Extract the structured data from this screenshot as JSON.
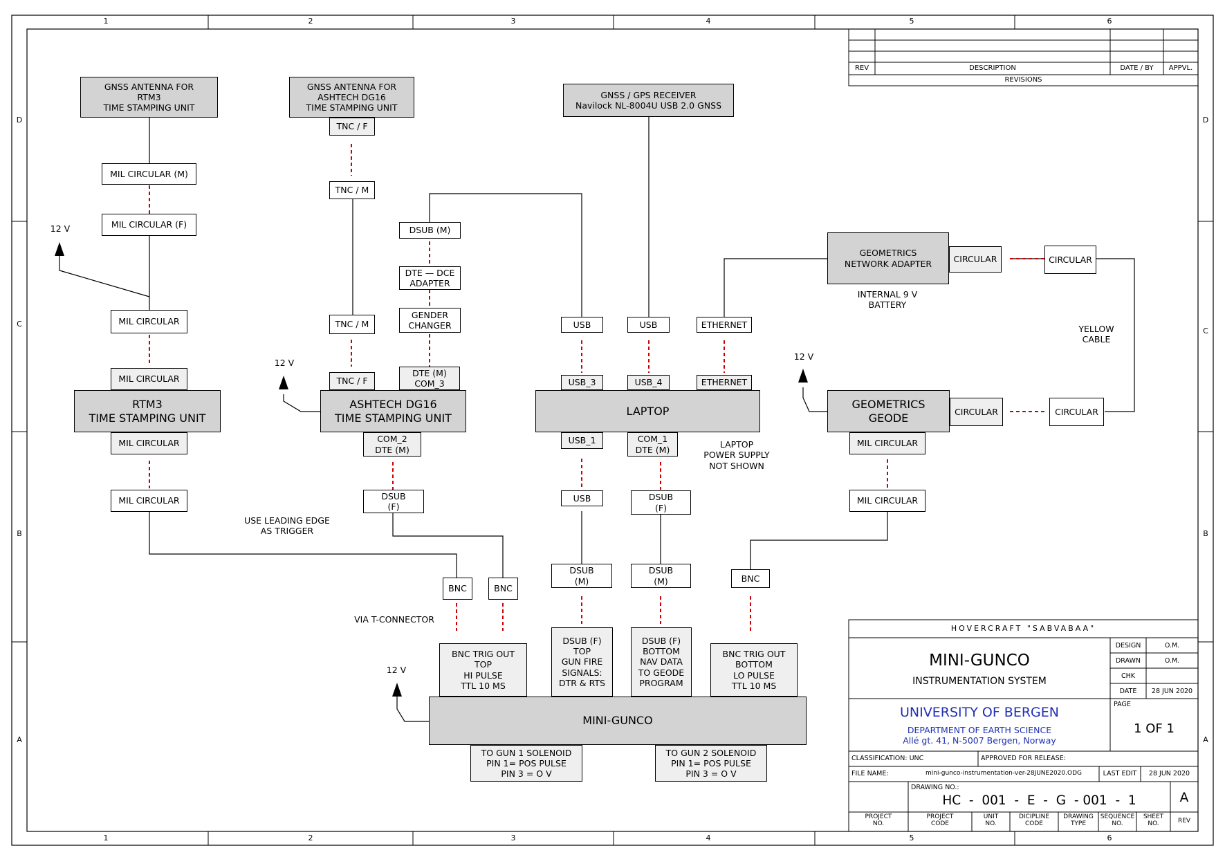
{
  "grid": {
    "cols": [
      "1",
      "2",
      "3",
      "4",
      "5",
      "6"
    ],
    "rows": [
      "D",
      "C",
      "B",
      "A"
    ]
  },
  "revisions": {
    "rev": "REV",
    "description": "DESCRIPTION",
    "date_by": "DATE / BY",
    "appvl": "APPVL.",
    "caption": "REVISIONS"
  },
  "blocks": {
    "gnss_rtm3": "GNSS ANTENNA FOR\nRTM3\nTIME STAMPING UNIT",
    "gnss_ashtech": "GNSS ANTENNA FOR\nASHTECH DG16\nTIME STAMPING UNIT",
    "gnss_receiver": "GNSS / GPS RECEIVER\nNavilock NL-8004U USB 2.0 GNSS",
    "geometrics_adapter": "GEOMETRICS\nNETWORK ADAPTER",
    "rtm3": "RTM3\nTIME STAMPING UNIT",
    "ashtech": "ASHTECH DG16\nTIME STAMPING UNIT",
    "laptop": "LAPTOP",
    "geode": "GEOMETRICS\nGEODE",
    "minigunco": "MINI-GUNCO"
  },
  "connectors": {
    "mil_circ_m": "MIL CIRCULAR (M)",
    "mil_circ_f": "MIL CIRCULAR (F)",
    "mil_circ_1": "MIL CIRCULAR",
    "mil_circ_2": "MIL CIRCULAR",
    "mil_circ_3": "MIL CIRCULAR",
    "mil_circ_4": "MIL CIRCULAR",
    "mil_circ_5": "MIL CIRCULAR",
    "mil_circ_6": "MIL CIRCULAR",
    "tnc_f_top": "TNC / F",
    "tnc_m_top": "TNC / M",
    "tnc_m_low": "TNC / M",
    "tnc_f_low": "TNC / F",
    "dsub_m": "DSUB (M)",
    "dte_dce": "DTE — DCE\nADAPTER",
    "gender": "GENDER\nCHANGER",
    "dte_com3": "DTE (M)\nCOM_3",
    "com2": "COM_2\nDTE (M)",
    "dsub_f_ash": "DSUB\n(F)",
    "usb_a": "USB",
    "usb_b": "USB",
    "eth_a": "ETHERNET",
    "usb_3": "USB_3",
    "usb_4": "USB_4",
    "eth_b": "ETHERNET",
    "usb_1": "USB_1",
    "com1": "COM_1\nDTE (M)",
    "usb_c": "USB",
    "dsub_f_lap": "DSUB\n(F)",
    "dsub_m_1": "DSUB\n(M)",
    "dsub_m_2": "DSUB\n(M)",
    "circ_adapter": "CIRCULAR",
    "circ_r1": "CIRCULAR",
    "circ_geode": "CIRCULAR",
    "circ_r2": "CIRCULAR",
    "bnc_1": "BNC",
    "bnc_2": "BNC",
    "bnc_3": "BNC",
    "bnc_trig_top": "BNC TRIG OUT\nTOP\nHI PULSE\nTTL 10 MS",
    "dsub_f_top": "DSUB (F)\nTOP\nGUN FIRE\nSIGNALS:\nDTR & RTS",
    "dsub_f_bottom": "DSUB (F)\nBOTTOM\nNAV DATA\nTO GEODE\nPROGRAM",
    "bnc_trig_bottom": "BNC TRIG OUT\nBOTTOM\nLO PULSE\nTTL 10 MS",
    "gun1": "TO GUN 1  SOLENOID\nPIN 1= POS PULSE\nPIN 3 = O V",
    "gun2": "TO GUN 2  SOLENOID\nPIN 1= POS PULSE\nPIN 3 = O V"
  },
  "notes": {
    "v12_a": "12 V",
    "v12_b": "12 V",
    "v12_c": "12 V",
    "v12_d": "12 V",
    "battery": "INTERNAL 9 V\nBATTERY",
    "yellow": "YELLOW\nCABLE",
    "laptop_power": "LAPTOP\nPOWER SUPPLY\nNOT SHOWN",
    "leading_edge": "USE LEADING EDGE\nAS TRIGGER",
    "t_connector": "VIA T-CONNECTOR"
  },
  "title_block": {
    "project": "HOVERCRAFT \"SABVABAA\"",
    "title": "MINI-GUNCO",
    "subtitle": "INSTRUMENTATION SYSTEM",
    "design_label": "DESIGN",
    "design_value": "O.M.",
    "drawn_label": "DRAWN",
    "drawn_value": "O.M.",
    "chk_label": "CHK",
    "chk_value": "",
    "date_label": "DATE",
    "date_value": "28 JUN 2020",
    "university": "UNIVERSITY OF BERGEN",
    "department": "DEPARTMENT OF EARTH SCIENCE",
    "address": "Allé gt. 41, N-5007 Bergen, Norway",
    "page_label": "PAGE",
    "page_value": "1 OF 1",
    "classification": "CLASSIFICATION:  UNC",
    "approved": "APPROVED FOR RELEASE:",
    "file_label": "FILE NAME:",
    "file_value": "mini-gunco-instrumentation-ver-28JUNE2020.ODG",
    "last_edit_label": "LAST EDIT",
    "last_edit_value": "28 JUN 2020",
    "drawing_no_label": "DRAWING NO.:",
    "drawing_no": "HC  -  001  -  E  -  G  - 001  -  1",
    "rev_value": "A",
    "codes": [
      "PROJECT\nNO.",
      "PROJECT\nCODE",
      "UNIT\nNO.",
      "DICIPLINE\nCODE",
      "DRAWING\nTYPE",
      "SEQUENCE\nNO.",
      "SHEET\nNO.",
      "REV"
    ]
  },
  "colors": {
    "dashed_link": "#cc0000",
    "box_fill": "#d3d3d3",
    "connector_fill": "#efefef",
    "university_blue": "#1f2fb5"
  }
}
